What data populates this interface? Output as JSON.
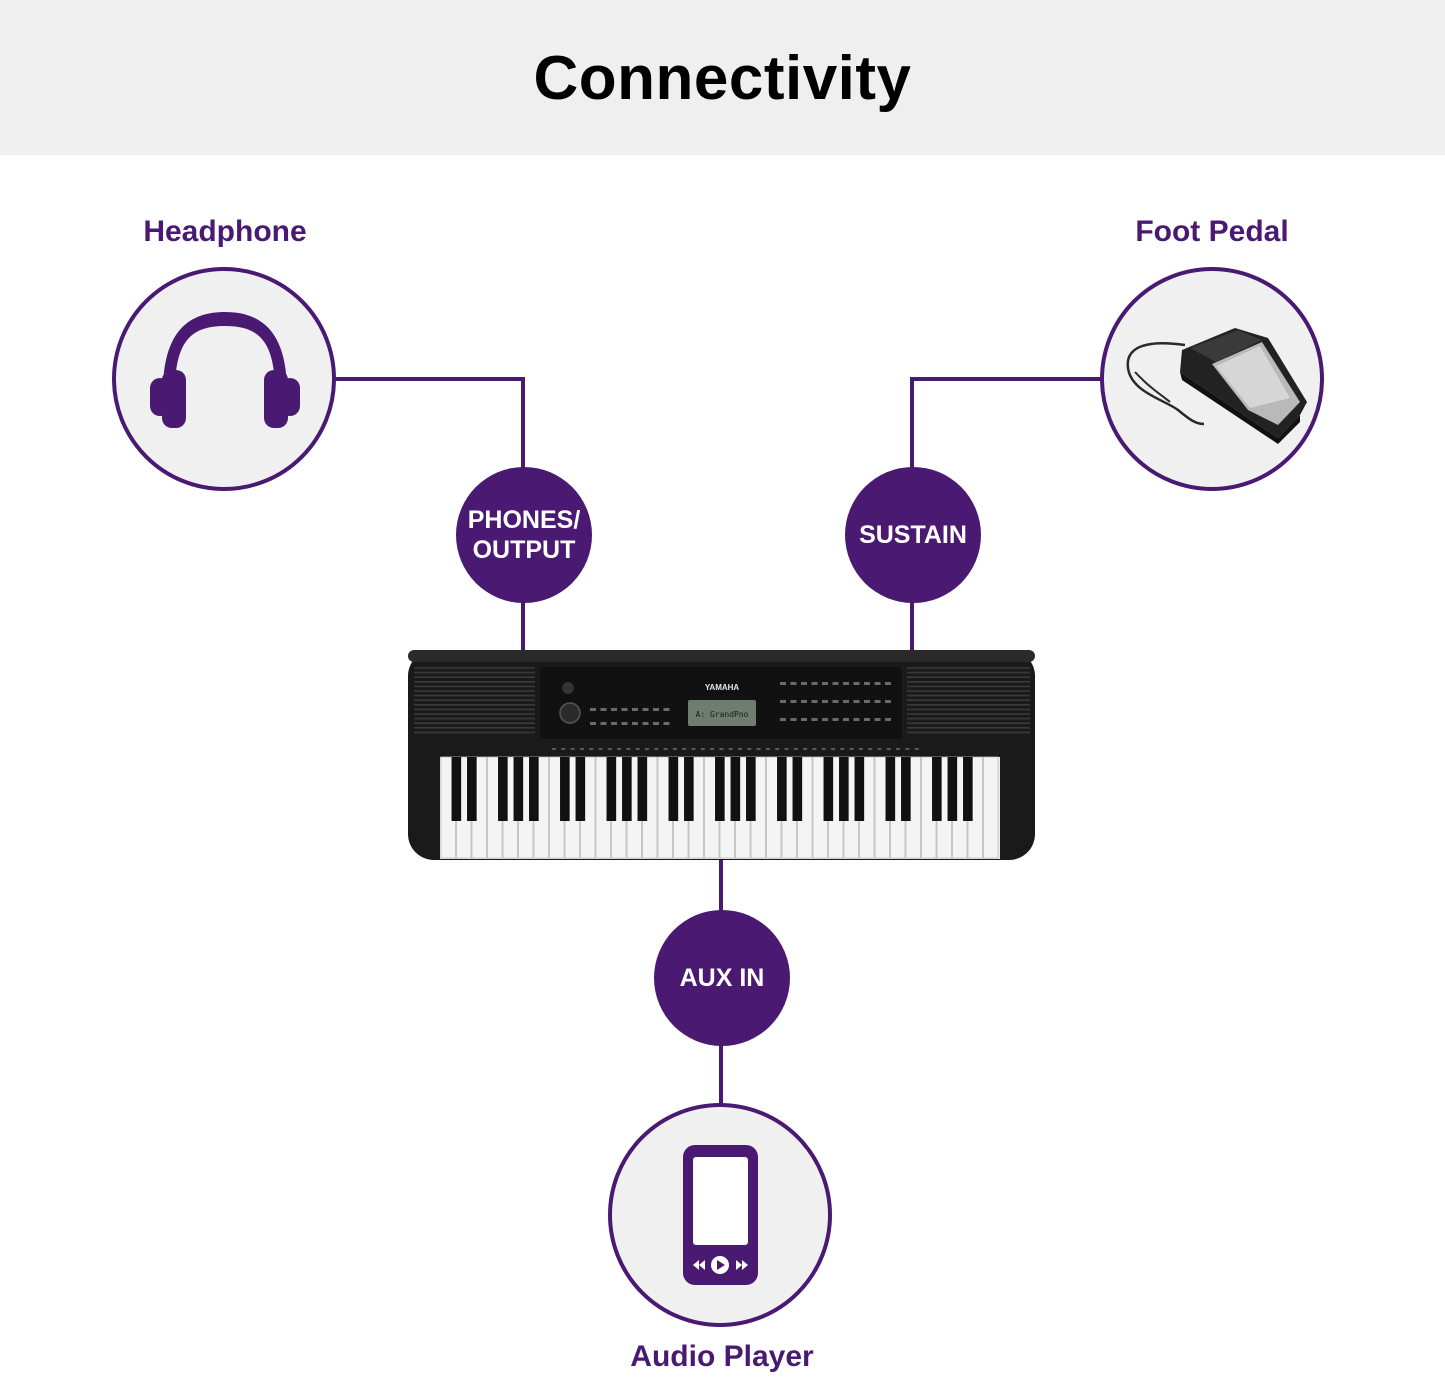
{
  "title": "Connectivity",
  "devices": {
    "headphone": {
      "label": "Headphone"
    },
    "foot_pedal": {
      "label": "Foot Pedal"
    },
    "audio_player": {
      "label": "Audio Player"
    }
  },
  "ports": {
    "phones_output": {
      "line1": "PHONES/",
      "line2": "OUTPUT"
    },
    "sustain": {
      "label": "SUSTAIN"
    },
    "aux_in": {
      "label": "AUX IN"
    }
  },
  "keyboard": {
    "display_text": "A: GrandPno",
    "brand": "YAMAHA"
  },
  "colors": {
    "accent": "#4a1a73",
    "banner_bg": "#efefef",
    "circle_bg": "#f0f0f0",
    "keyboard_body": "#1a1a1a"
  },
  "icons": [
    "headphone-icon",
    "foot-pedal-image",
    "audio-player-icon",
    "keyboard-image"
  ]
}
